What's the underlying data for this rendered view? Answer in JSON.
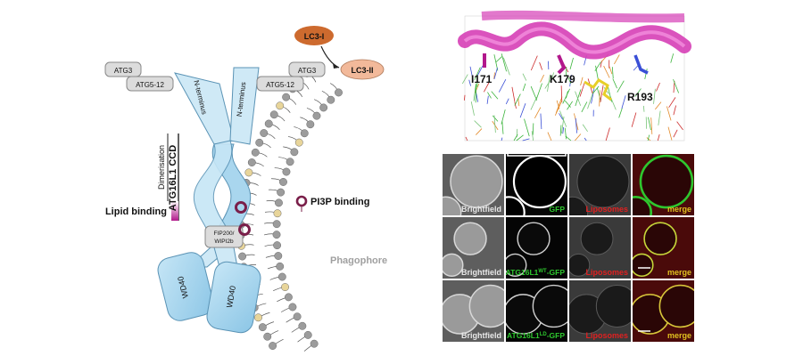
{
  "diagram": {
    "lc3_i": "LC3-I",
    "lc3_ii": "LC3-II",
    "atg3": "ATG3",
    "atg5_12": "ATG5-12",
    "n_terminus": "N-terminus",
    "dimerisation": "Dimerisation",
    "ccd": "ATG16L1 CCD",
    "lipid_binding": "Lipid binding",
    "fip200_line1": "FIP200/",
    "fip200_line2": "WIPI2b",
    "wd40": "WD40",
    "pi3p_binding": "PI3P binding",
    "phagophore": "Phagophore"
  },
  "structure": {
    "residues": [
      "I171",
      "K179",
      "R193"
    ]
  },
  "microscopy": {
    "rows": [
      {
        "brightfield": "Brightfield",
        "gfp": "GFP",
        "gfp_sup": "",
        "gfp_suffix": "",
        "liposomes": "Liposomes",
        "merge": "merge"
      },
      {
        "brightfield": "Brightfield",
        "gfp": "ATG16L1",
        "gfp_sup": "WT",
        "gfp_suffix": "-GFP",
        "liposomes": "Liposomes",
        "merge": "merge"
      },
      {
        "brightfield": "Brightfield",
        "gfp": "ATG16L1",
        "gfp_sup": "LD",
        "gfp_suffix": "-GFP",
        "liposomes": "Liposomes",
        "merge": "merge"
      }
    ]
  },
  "colors": {
    "helix": "#d63fb6",
    "wd40_fill": "#9fd2ec",
    "lc3_i": "#cd6a2e",
    "lc3_ii": "#f2b99a",
    "gfp_green": "#2ec72e",
    "liposome_red": "#e02020",
    "pi3p_ring": "#7a1f4a"
  }
}
